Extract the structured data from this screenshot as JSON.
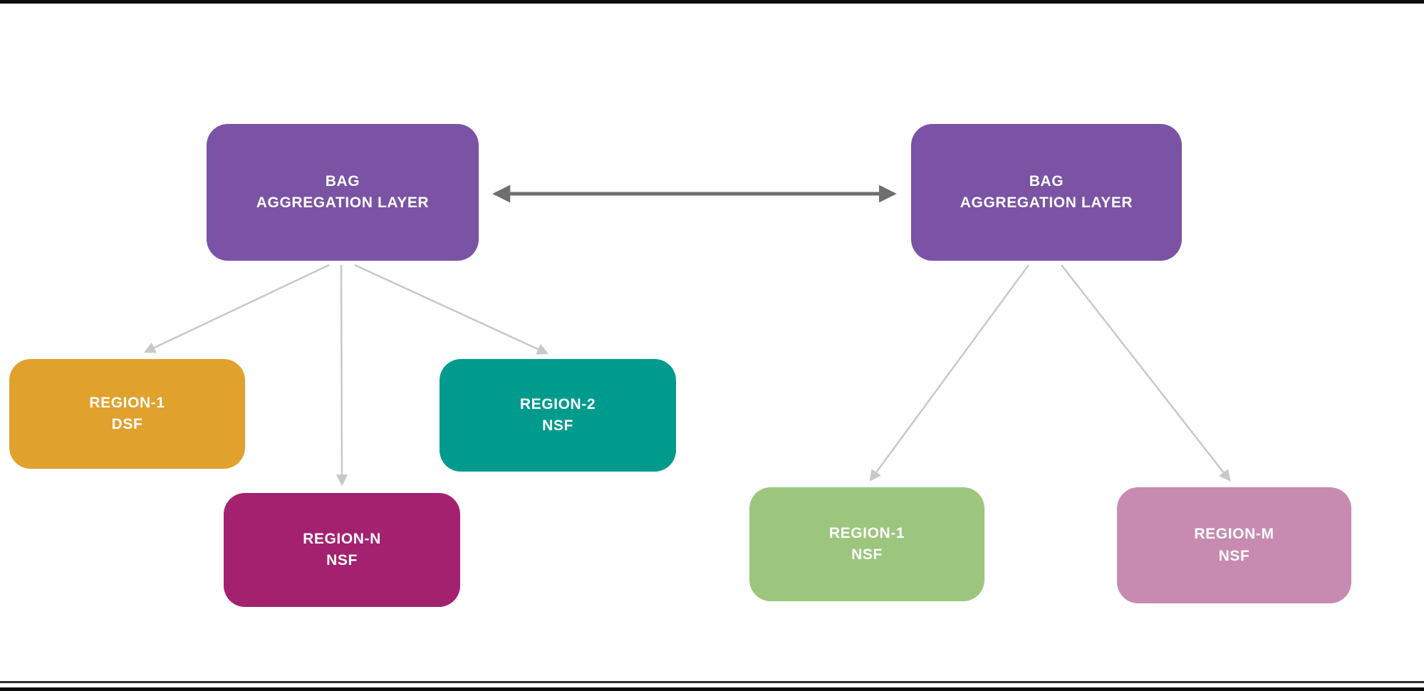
{
  "diagram": {
    "title": "BAG aggregation layer regions diagram",
    "nodes": {
      "bag_left": {
        "label": "BAG\nAGGREGATION LAYER",
        "color": "#7a53a5"
      },
      "bag_right": {
        "label": "BAG\nAGGREGATION LAYER",
        "color": "#7a53a5"
      },
      "region1_dsf": {
        "label": "REGION-1\nDSF",
        "color": "#e0a12d"
      },
      "regionN_nsf": {
        "label": "REGION-N\nNSF",
        "color": "#a42170"
      },
      "region2_nsf": {
        "label": "REGION-2\nNSF",
        "color": "#009b8c"
      },
      "region1_nsf": {
        "label": "REGION-1\nNSF",
        "color": "#9cc67e"
      },
      "regionM_nsf": {
        "label": "REGION-M\nNSF",
        "color": "#c78bb1"
      }
    },
    "edges": [
      {
        "from": "bag_left",
        "to": "bag_right",
        "style": "double-arrow",
        "color": "#6e6e6e"
      },
      {
        "from": "bag_left",
        "to": "region1_dsf",
        "style": "arrow",
        "color": "#c8c8c8"
      },
      {
        "from": "bag_left",
        "to": "regionN_nsf",
        "style": "arrow",
        "color": "#c8c8c8"
      },
      {
        "from": "bag_left",
        "to": "region2_nsf",
        "style": "arrow",
        "color": "#c8c8c8"
      },
      {
        "from": "bag_right",
        "to": "region1_nsf",
        "style": "arrow",
        "color": "#c8c8c8"
      },
      {
        "from": "bag_right",
        "to": "regionM_nsf",
        "style": "arrow",
        "color": "#c8c8c8"
      }
    ],
    "colors": {
      "arrow_dark": "#6e6e6e",
      "arrow_light": "#c8c8c8",
      "text": "#ffffff",
      "background": "#ffffff",
      "bottom_rule": "#2e2e2e"
    }
  }
}
